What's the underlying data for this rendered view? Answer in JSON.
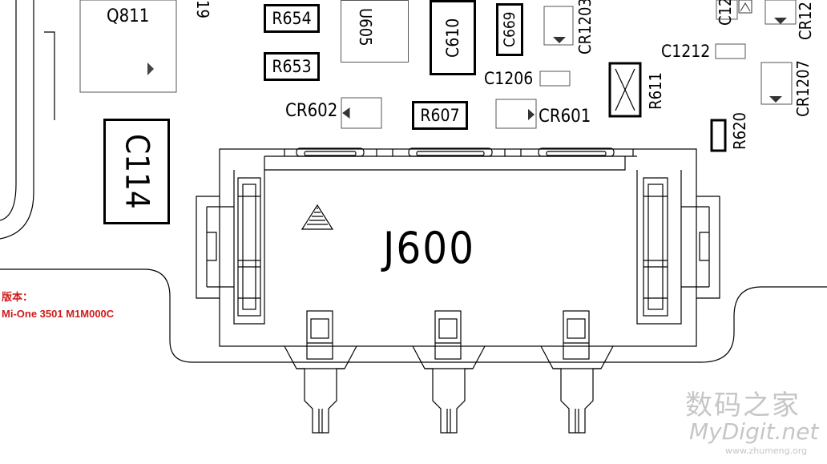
{
  "components": {
    "q811": "Q811",
    "r654": "R654",
    "r653": "R653",
    "u605": "U605",
    "c610": "C610",
    "c669": "C669",
    "cr1203": "CR1203",
    "c12_partial": "C12",
    "cr12_partial": "CR12",
    "c1212": "C1212",
    "c1206": "C1206",
    "cr1207": "CR1207",
    "cr602": "CR602",
    "r607": "R607",
    "cr601": "CR601",
    "r611": "R611",
    "r620": "R620",
    "c114": "C114",
    "j600": "J600",
    "label_19": "19"
  },
  "version": {
    "title": "版本：",
    "code": "Mi-One 3501 M1M000C"
  },
  "watermark": {
    "cn": "数码之家",
    "en": "MyDigit.net",
    "url": "www.zhumeng.org"
  }
}
